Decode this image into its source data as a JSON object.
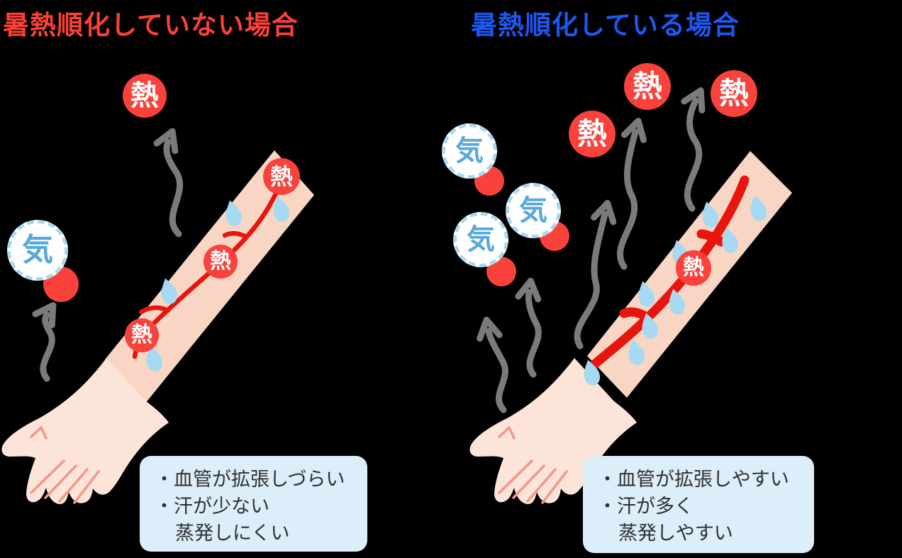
{
  "left": {
    "title": "暑熱順化していない場合",
    "bullets": [
      "・血管が拡張しづらい",
      "・汗が少ない",
      "蒸発しにくい"
    ]
  },
  "right": {
    "title": "暑熱順化している場合",
    "bullets": [
      "・血管が拡張しやすい",
      "・汗が多く",
      "蒸発しやすい"
    ]
  },
  "labels": {
    "heat": "熱",
    "vapor": "気"
  },
  "colors": {
    "background": "#000000",
    "title_red": "#fb4136",
    "title_blue": "#1d58f3",
    "heat_red": "#f8423b",
    "vapor_text_blue": "#58a8db",
    "vapor_border_blue": "#a9d8f0",
    "skin": "#f9d6c4",
    "hand_skin": "#fce4d8",
    "finger_line_pink": "#f2978f",
    "vessel_red": "#e8140e",
    "sweat_blue": "#a6d9f2",
    "steam_gray": "#7b7b7b",
    "note_bg": "#dceef9"
  }
}
